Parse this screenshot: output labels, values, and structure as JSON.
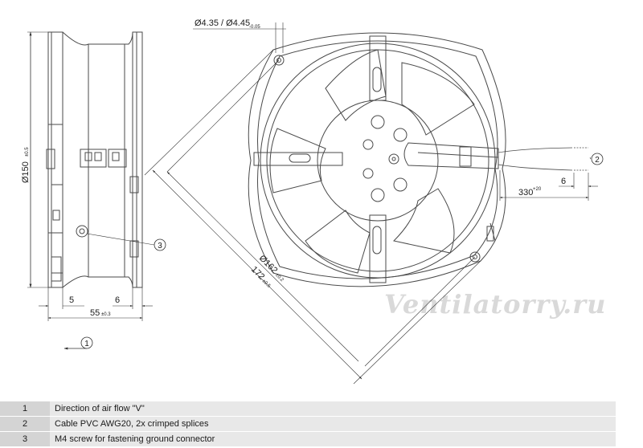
{
  "colors": {
    "line": "#4a4a4a",
    "legend_number_bg": "#d4d4d4",
    "legend_text_bg": "#e8e8e8",
    "watermark": "#d9d9d9"
  },
  "dimensions": {
    "hole": "Ø4.35 / Ø4.45",
    "hole_tol": "-0.05",
    "diameter_150": "Ø150",
    "diameter_150_tol": "±0.5",
    "width_5": "5",
    "width_6": "6",
    "depth_55": "55",
    "depth_55_tol": "±0.3",
    "diameter_162": "Ø162",
    "diameter_162_tol": "±0.2",
    "diag_172": "172",
    "diag_172_tol": "±0.5",
    "cable_330": "330",
    "cable_330_tol": "+20",
    "strip_6": "6"
  },
  "callouts": {
    "c1": "1",
    "c2": "2",
    "c3": "3"
  },
  "watermark": "Ventilatorry.ru",
  "legend": [
    {
      "num": "1",
      "text": "Direction of air flow \"V\""
    },
    {
      "num": "2",
      "text": "Cable PVC AWG20, 2x crimped splices"
    },
    {
      "num": "3",
      "text": "M4 screw for fastening ground connector"
    }
  ]
}
